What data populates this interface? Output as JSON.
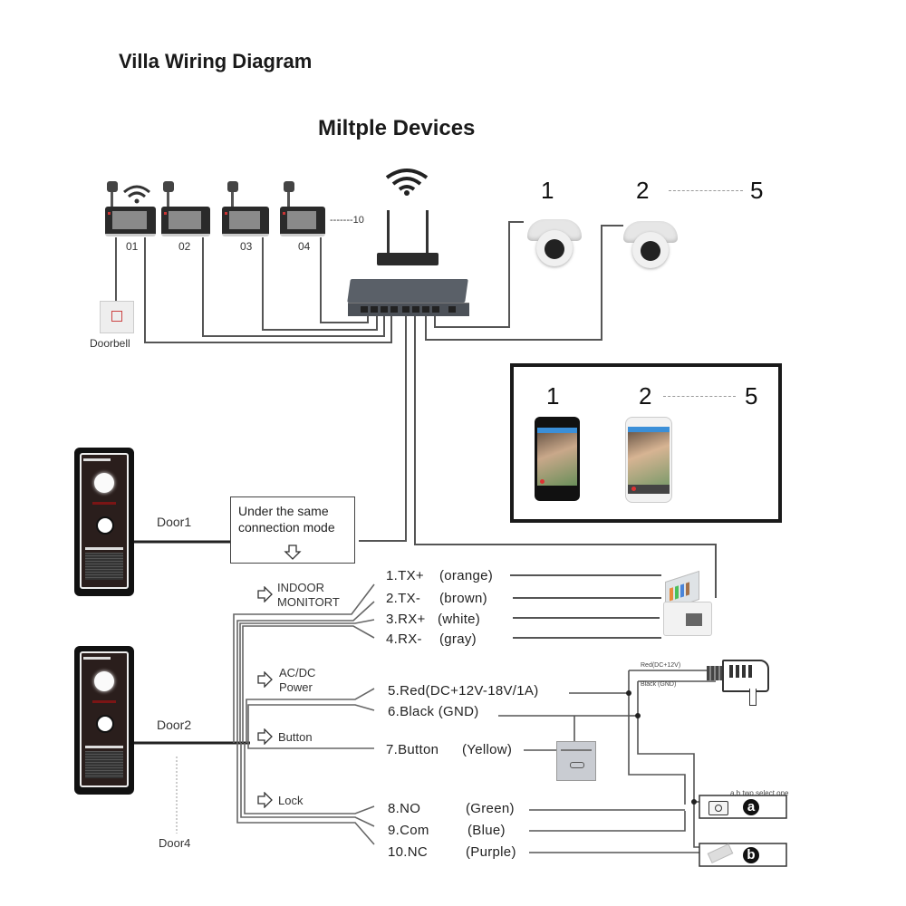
{
  "header": {
    "title": "Villa Wiring Diagram",
    "subtitle": "Miltple Devices"
  },
  "monitors": {
    "items": [
      {
        "label": "01"
      },
      {
        "label": "02"
      },
      {
        "label": "03"
      },
      {
        "label": "04"
      }
    ],
    "range_label": "-------10"
  },
  "doorbell": {
    "label": "Doorbell"
  },
  "cameras": {
    "first": "1",
    "second": "2",
    "last": "5"
  },
  "apps": {
    "first": "1",
    "second": "2",
    "last": "5"
  },
  "doors": {
    "door1": "Door1",
    "door2": "Door2",
    "door4": "Door4"
  },
  "note": {
    "line1": "Under the same",
    "line2": "connection mode"
  },
  "groups": {
    "indoor_line1": "INDOOR",
    "indoor_line2": "MONITORT",
    "power_line1": "AC/DC",
    "power_line2": "Power",
    "button": "Button",
    "lock": "Lock"
  },
  "wires": [
    {
      "label": "1.TX+",
      "color": "(orange)"
    },
    {
      "label": "2.TX-",
      "color": "(brown)"
    },
    {
      "label": "3.RX+",
      "color": "(white)"
    },
    {
      "label": "4.RX-",
      "color": "(gray)"
    },
    {
      "label": "5.Red(DC+12V-18V/1A)",
      "color": ""
    },
    {
      "label": "6.Black (GND)",
      "color": ""
    },
    {
      "label": "7.Button",
      "color": "(Yellow)"
    },
    {
      "label": "8.NO",
      "color": "(Green)"
    },
    {
      "label": "9.Com",
      "color": "(Blue)"
    },
    {
      "label": "10.NC",
      "color": "(Purple)"
    }
  ],
  "power_adapter": {
    "red_label": "Red(DC+12V)",
    "black_label": "Black (GND)"
  },
  "lock_options": {
    "note": "a,b two select one",
    "a": "a",
    "b": "b"
  }
}
